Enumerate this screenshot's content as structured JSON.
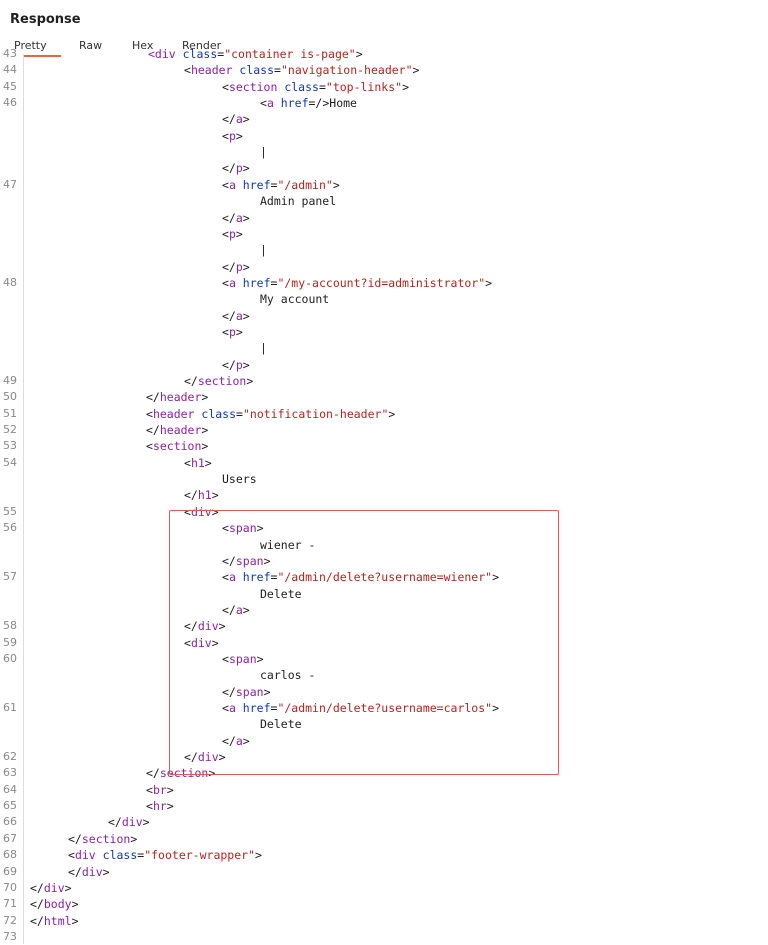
{
  "title": "Response",
  "tabs": [
    {
      "label": "Pretty",
      "active": true
    },
    {
      "label": "Raw",
      "active": false
    },
    {
      "label": "Hex",
      "active": false
    },
    {
      "label": "Render",
      "active": false
    }
  ],
  "colors": {
    "tag": "#8e1fa5",
    "attr": "#0d39b8",
    "value": "#b3261e",
    "text": "#1f1f1f",
    "accent": "#e8643c",
    "highlight_box": "#e05a5a"
  },
  "lines": [
    {
      "ln": "43",
      "indent": 148,
      "parts": [
        [
          "tag",
          "<div "
        ],
        [
          "attr",
          "class"
        ],
        [
          "t",
          "="
        ],
        [
          "val",
          "\"container is-page\""
        ],
        [
          "t",
          ">"
        ]
      ]
    },
    {
      "ln": "44",
      "indent": 184,
      "parts": [
        [
          "t",
          "<"
        ],
        [
          "tag",
          "header "
        ],
        [
          "attr",
          "class"
        ],
        [
          "t",
          "="
        ],
        [
          "val",
          "\"navigation-header\""
        ],
        [
          "t",
          ">"
        ]
      ]
    },
    {
      "ln": "45",
      "indent": 222,
      "parts": [
        [
          "t",
          "<"
        ],
        [
          "tag",
          "section "
        ],
        [
          "attr",
          "class"
        ],
        [
          "t",
          "="
        ],
        [
          "val",
          "\"top-links\""
        ],
        [
          "t",
          ">"
        ]
      ]
    },
    {
      "ln": "46",
      "indent": 260,
      "parts": [
        [
          "t",
          "<"
        ],
        [
          "tag",
          "a "
        ],
        [
          "attr",
          "href"
        ],
        [
          "t",
          "=/>Home"
        ]
      ]
    },
    {
      "ln": "",
      "indent": 222,
      "parts": [
        [
          "t",
          "</"
        ],
        [
          "tag",
          "a"
        ],
        [
          "t",
          ">"
        ]
      ]
    },
    {
      "ln": "",
      "indent": 222,
      "parts": [
        [
          "t",
          "<"
        ],
        [
          "tag",
          "p"
        ],
        [
          "t",
          ">"
        ]
      ]
    },
    {
      "ln": "",
      "indent": 260,
      "parts": [
        [
          "txt",
          "|"
        ]
      ]
    },
    {
      "ln": "",
      "indent": 222,
      "parts": [
        [
          "t",
          "</"
        ],
        [
          "tag",
          "p"
        ],
        [
          "t",
          ">"
        ]
      ]
    },
    {
      "ln": "47",
      "indent": 222,
      "parts": [
        [
          "t",
          "<"
        ],
        [
          "tag",
          "a "
        ],
        [
          "attr",
          "href"
        ],
        [
          "t",
          "="
        ],
        [
          "val",
          "\"/admin\""
        ],
        [
          "t",
          ">"
        ]
      ]
    },
    {
      "ln": "",
      "indent": 260,
      "parts": [
        [
          "txt",
          "Admin panel"
        ]
      ]
    },
    {
      "ln": "",
      "indent": 222,
      "parts": [
        [
          "t",
          "</"
        ],
        [
          "tag",
          "a"
        ],
        [
          "t",
          ">"
        ]
      ]
    },
    {
      "ln": "",
      "indent": 222,
      "parts": [
        [
          "t",
          "<"
        ],
        [
          "tag",
          "p"
        ],
        [
          "t",
          ">"
        ]
      ]
    },
    {
      "ln": "",
      "indent": 260,
      "parts": [
        [
          "txt",
          "|"
        ]
      ]
    },
    {
      "ln": "",
      "indent": 222,
      "parts": [
        [
          "t",
          "</"
        ],
        [
          "tag",
          "p"
        ],
        [
          "t",
          ">"
        ]
      ]
    },
    {
      "ln": "48",
      "indent": 222,
      "parts": [
        [
          "t",
          "<"
        ],
        [
          "tag",
          "a "
        ],
        [
          "attr",
          "href"
        ],
        [
          "t",
          "="
        ],
        [
          "val",
          "\"/my-account?id=administrator\""
        ],
        [
          "t",
          ">"
        ]
      ]
    },
    {
      "ln": "",
      "indent": 260,
      "parts": [
        [
          "txt",
          "My account"
        ]
      ]
    },
    {
      "ln": "",
      "indent": 222,
      "parts": [
        [
          "t",
          "</"
        ],
        [
          "tag",
          "a"
        ],
        [
          "t",
          ">"
        ]
      ]
    },
    {
      "ln": "",
      "indent": 222,
      "parts": [
        [
          "t",
          "<"
        ],
        [
          "tag",
          "p"
        ],
        [
          "t",
          ">"
        ]
      ]
    },
    {
      "ln": "",
      "indent": 260,
      "parts": [
        [
          "txt",
          "|"
        ]
      ]
    },
    {
      "ln": "",
      "indent": 222,
      "parts": [
        [
          "t",
          "</"
        ],
        [
          "tag",
          "p"
        ],
        [
          "t",
          ">"
        ]
      ]
    },
    {
      "ln": "49",
      "indent": 184,
      "parts": [
        [
          "t",
          "</"
        ],
        [
          "tag",
          "section"
        ],
        [
          "t",
          ">"
        ]
      ]
    },
    {
      "ln": "50",
      "indent": 146,
      "parts": [
        [
          "t",
          "</"
        ],
        [
          "tag",
          "header"
        ],
        [
          "t",
          ">"
        ]
      ]
    },
    {
      "ln": "51",
      "indent": 146,
      "parts": [
        [
          "t",
          "<"
        ],
        [
          "tag",
          "header "
        ],
        [
          "attr",
          "class"
        ],
        [
          "t",
          "="
        ],
        [
          "val",
          "\"notification-header\""
        ],
        [
          "t",
          ">"
        ]
      ]
    },
    {
      "ln": "52",
      "indent": 146,
      "parts": [
        [
          "t",
          "</"
        ],
        [
          "tag",
          "header"
        ],
        [
          "t",
          ">"
        ]
      ]
    },
    {
      "ln": "53",
      "indent": 146,
      "parts": [
        [
          "t",
          "<"
        ],
        [
          "tag",
          "section"
        ],
        [
          "t",
          ">"
        ]
      ]
    },
    {
      "ln": "54",
      "indent": 184,
      "parts": [
        [
          "t",
          "<"
        ],
        [
          "tag",
          "h1"
        ],
        [
          "t",
          ">"
        ]
      ]
    },
    {
      "ln": "",
      "indent": 222,
      "parts": [
        [
          "txt",
          "Users"
        ]
      ]
    },
    {
      "ln": "",
      "indent": 184,
      "parts": [
        [
          "t",
          "</"
        ],
        [
          "tag",
          "h1"
        ],
        [
          "t",
          ">"
        ]
      ]
    },
    {
      "ln": "55",
      "indent": 184,
      "parts": [
        [
          "t",
          "<"
        ],
        [
          "tag",
          "div"
        ],
        [
          "t",
          ">"
        ]
      ]
    },
    {
      "ln": "56",
      "indent": 222,
      "parts": [
        [
          "t",
          "<"
        ],
        [
          "tag",
          "span"
        ],
        [
          "t",
          ">"
        ]
      ]
    },
    {
      "ln": "",
      "indent": 260,
      "parts": [
        [
          "txt",
          "wiener -"
        ]
      ]
    },
    {
      "ln": "",
      "indent": 222,
      "parts": [
        [
          "t",
          "</"
        ],
        [
          "tag",
          "span"
        ],
        [
          "t",
          ">"
        ]
      ]
    },
    {
      "ln": "57",
      "indent": 222,
      "parts": [
        [
          "t",
          "<"
        ],
        [
          "tag",
          "a "
        ],
        [
          "attr",
          "href"
        ],
        [
          "t",
          "="
        ],
        [
          "val",
          "\"/admin/delete?username=wiener\""
        ],
        [
          "t",
          ">"
        ]
      ]
    },
    {
      "ln": "",
      "indent": 260,
      "parts": [
        [
          "txt",
          "Delete"
        ]
      ]
    },
    {
      "ln": "",
      "indent": 222,
      "parts": [
        [
          "t",
          "</"
        ],
        [
          "tag",
          "a"
        ],
        [
          "t",
          ">"
        ]
      ]
    },
    {
      "ln": "58",
      "indent": 184,
      "parts": [
        [
          "t",
          "</"
        ],
        [
          "tag",
          "div"
        ],
        [
          "t",
          ">"
        ]
      ]
    },
    {
      "ln": "59",
      "indent": 184,
      "parts": [
        [
          "t",
          "<"
        ],
        [
          "tag",
          "div"
        ],
        [
          "t",
          ">"
        ]
      ]
    },
    {
      "ln": "60",
      "indent": 222,
      "parts": [
        [
          "t",
          "<"
        ],
        [
          "tag",
          "span"
        ],
        [
          "t",
          ">"
        ]
      ]
    },
    {
      "ln": "",
      "indent": 260,
      "parts": [
        [
          "txt",
          "carlos -"
        ]
      ]
    },
    {
      "ln": "",
      "indent": 222,
      "parts": [
        [
          "t",
          "</"
        ],
        [
          "tag",
          "span"
        ],
        [
          "t",
          ">"
        ]
      ]
    },
    {
      "ln": "61",
      "indent": 222,
      "parts": [
        [
          "t",
          "<"
        ],
        [
          "tag",
          "a "
        ],
        [
          "attr",
          "href"
        ],
        [
          "t",
          "="
        ],
        [
          "val",
          "\"/admin/delete?username=carlos\""
        ],
        [
          "t",
          ">"
        ]
      ]
    },
    {
      "ln": "",
      "indent": 260,
      "parts": [
        [
          "txt",
          "Delete"
        ]
      ]
    },
    {
      "ln": "",
      "indent": 222,
      "parts": [
        [
          "t",
          "</"
        ],
        [
          "tag",
          "a"
        ],
        [
          "t",
          ">"
        ]
      ]
    },
    {
      "ln": "62",
      "indent": 184,
      "parts": [
        [
          "t",
          "</"
        ],
        [
          "tag",
          "div"
        ],
        [
          "t",
          ">"
        ]
      ]
    },
    {
      "ln": "63",
      "indent": 146,
      "parts": [
        [
          "t",
          "</"
        ],
        [
          "tag",
          "section"
        ],
        [
          "t",
          ">"
        ]
      ]
    },
    {
      "ln": "64",
      "indent": 146,
      "parts": [
        [
          "t",
          "<"
        ],
        [
          "tag",
          "br"
        ],
        [
          "t",
          ">"
        ]
      ]
    },
    {
      "ln": "65",
      "indent": 146,
      "parts": [
        [
          "t",
          "<"
        ],
        [
          "tag",
          "hr"
        ],
        [
          "t",
          ">"
        ]
      ]
    },
    {
      "ln": "66",
      "indent": 108,
      "parts": [
        [
          "t",
          "</"
        ],
        [
          "tag",
          "div"
        ],
        [
          "t",
          ">"
        ]
      ]
    },
    {
      "ln": "67",
      "indent": 68,
      "parts": [
        [
          "t",
          "</"
        ],
        [
          "tag",
          "section"
        ],
        [
          "t",
          ">"
        ]
      ]
    },
    {
      "ln": "68",
      "indent": 68,
      "parts": [
        [
          "t",
          "<"
        ],
        [
          "tag",
          "div "
        ],
        [
          "attr",
          "class"
        ],
        [
          "t",
          "="
        ],
        [
          "val",
          "\"footer-wrapper\""
        ],
        [
          "t",
          ">"
        ]
      ]
    },
    {
      "ln": "69",
      "indent": 68,
      "parts": [
        [
          "t",
          "</"
        ],
        [
          "tag",
          "div"
        ],
        [
          "t",
          ">"
        ]
      ]
    },
    {
      "ln": "70",
      "indent": 30,
      "parts": [
        [
          "t",
          "</"
        ],
        [
          "tag",
          "div"
        ],
        [
          "t",
          ">"
        ]
      ]
    },
    {
      "ln": "71",
      "indent": 30,
      "parts": [
        [
          "t",
          "</"
        ],
        [
          "tag",
          "body"
        ],
        [
          "t",
          ">"
        ]
      ]
    },
    {
      "ln": "72",
      "indent": 30,
      "parts": [
        [
          "t",
          "</"
        ],
        [
          "tag",
          "html"
        ],
        [
          "t",
          ">"
        ]
      ]
    },
    {
      "ln": "73",
      "indent": 30,
      "parts": []
    }
  ]
}
